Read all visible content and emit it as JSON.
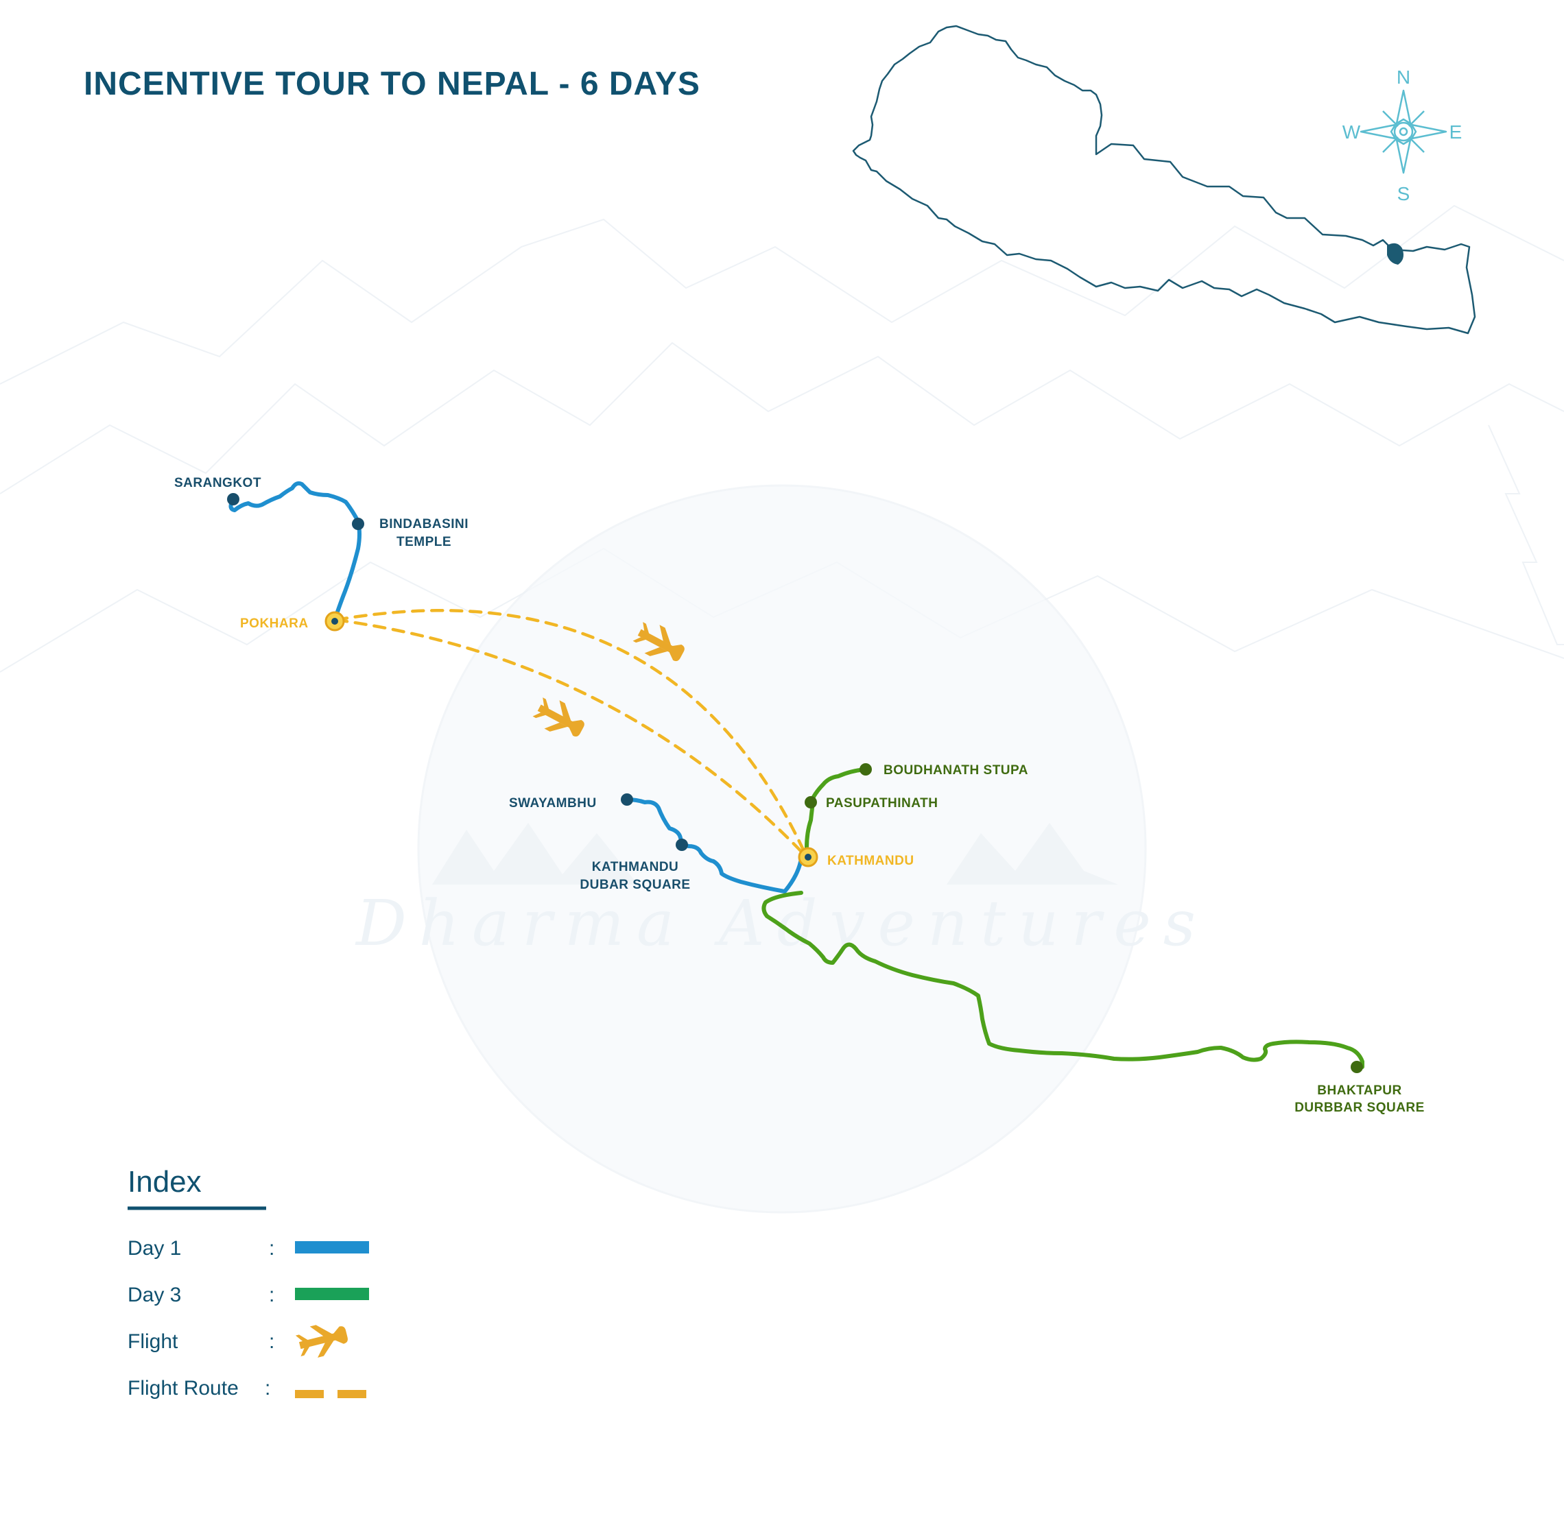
{
  "title": "INCENTIVE TOUR TO NEPAL - 6 DAYS",
  "watermark": "Dharma Adventures",
  "compass": {
    "n": "N",
    "e": "E",
    "s": "S",
    "w": "W"
  },
  "colors": {
    "title": "#10516f",
    "day1": "#1f8fcf",
    "day3": "#1aa158",
    "day3_route": "#4da11a",
    "flight": "#e9a82a",
    "flight_route": "#f1b624",
    "label_blue": "#184e6b",
    "label_green": "#3f6b10",
    "label_yellow": "#f1b624"
  },
  "places": {
    "sarangkot": "SARANGKOT",
    "bindabasini_1": "BINDABASINI",
    "bindabasini_2": "TEMPLE",
    "pokhara": "POKHARA",
    "swayambhu": "SWAYAMBHU",
    "kdurbar_1": "KATHMANDU",
    "kdurbar_2": "DUBAR SQUARE",
    "kathmandu": "KATHMANDU",
    "boudhanath": "BOUDHANATH STUPA",
    "pasupathinath": "PASUPATHINATH",
    "bhaktapur_1": "BHAKTAPUR",
    "bhaktapur_2": "DURBBAR SQUARE"
  },
  "index": {
    "title": "Index",
    "separator": ":",
    "items": [
      {
        "label": "Day 1",
        "symbol": "line",
        "color": "#1f8fcf"
      },
      {
        "label": "Day 3",
        "symbol": "line",
        "color": "#1aa158"
      },
      {
        "label": "Flight",
        "symbol": "plane-icon",
        "color": "#e9a82a"
      },
      {
        "label": "Flight Route",
        "symbol": "dashed-line",
        "color": "#e9a82a"
      }
    ]
  }
}
